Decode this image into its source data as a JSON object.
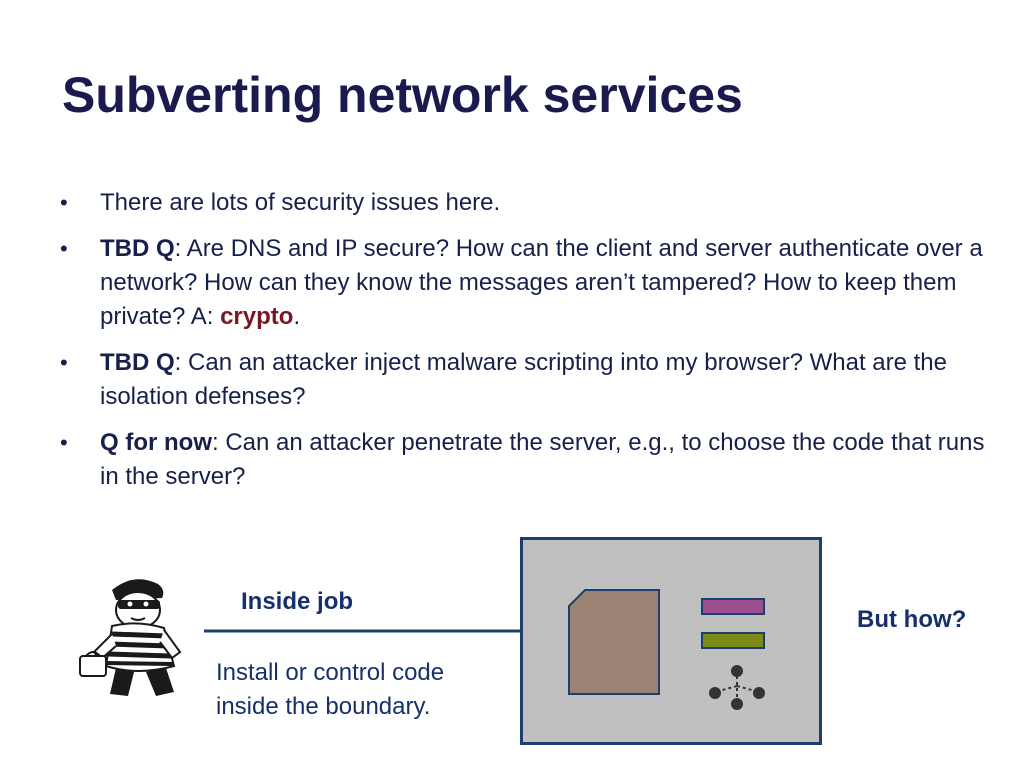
{
  "slide": {
    "title": "Subverting network services",
    "bullets": [
      {
        "text": "There are lots of security issues here."
      },
      {
        "lead": "TBD Q",
        "text": ": Are DNS and IP secure?  How can the client and server authenticate over a network?  How can they know the messages aren’t tampered?  How to keep them private?  A: ",
        "highlight": "crypto",
        "tail": "."
      },
      {
        "lead": "TBD Q",
        "text": ": Can an attacker inject malware scripting into my browser?  What are the isolation defenses?"
      },
      {
        "lead": "Q for now",
        "text": ": Can an attacker penetrate the server, e.g., to choose the code that runs in the server?"
      }
    ]
  },
  "diagram": {
    "arrow_label": "Inside job",
    "caption_line1": "Install or control code",
    "caption_line2": "inside the boundary.",
    "question": "But how?",
    "icons": [
      "robber-icon",
      "document-icon",
      "network-icon"
    ]
  },
  "colors": {
    "title": "#1a1a4e",
    "text": "#17204a",
    "accent": "#7a1726",
    "boundary_fill": "#c0c0c0",
    "boundary_border": "#1d3f6e",
    "bar_purple": "#9b4f8e",
    "bar_olive": "#7d8a16",
    "document": "#9a8373"
  }
}
